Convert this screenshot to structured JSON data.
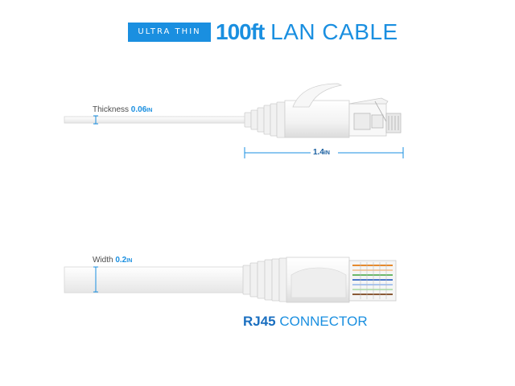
{
  "header": {
    "badge": "ULTRA THIN",
    "length": "100ft",
    "product": "LAN CABLE"
  },
  "thickness": {
    "label": "Thickness",
    "value": "0.06",
    "unit": "IN"
  },
  "connector_length": {
    "value": "1.4",
    "unit": "IN"
  },
  "width": {
    "label": "Width",
    "value": "0.2",
    "unit": "IN"
  },
  "caption": {
    "strong": "RJ45",
    "rest": "CONNECTOR"
  },
  "colors": {
    "accent": "#1a8fe0",
    "cable": "#f4f4f4",
    "outline": "#d8d8d8"
  }
}
